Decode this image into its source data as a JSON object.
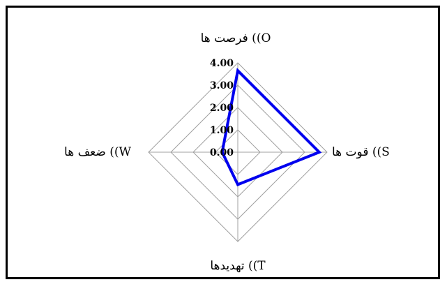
{
  "chart_data": {
    "type": "radar",
    "axes": [
      {
        "key": "O",
        "label": "فرصت ها ((O"
      },
      {
        "key": "S",
        "label": "قوت ها ((S"
      },
      {
        "key": "T",
        "label": "تهدیدها ((T"
      },
      {
        "key": "W",
        "label": "ضعف ها ((W"
      }
    ],
    "values": [
      3.65,
      3.65,
      1.45,
      0.7
    ],
    "ticks": [
      "0.00",
      "1.00",
      "2.00",
      "3.00",
      "4.00"
    ],
    "range": [
      0,
      4
    ],
    "gridlines": true,
    "series_color": "#0000ee"
  }
}
